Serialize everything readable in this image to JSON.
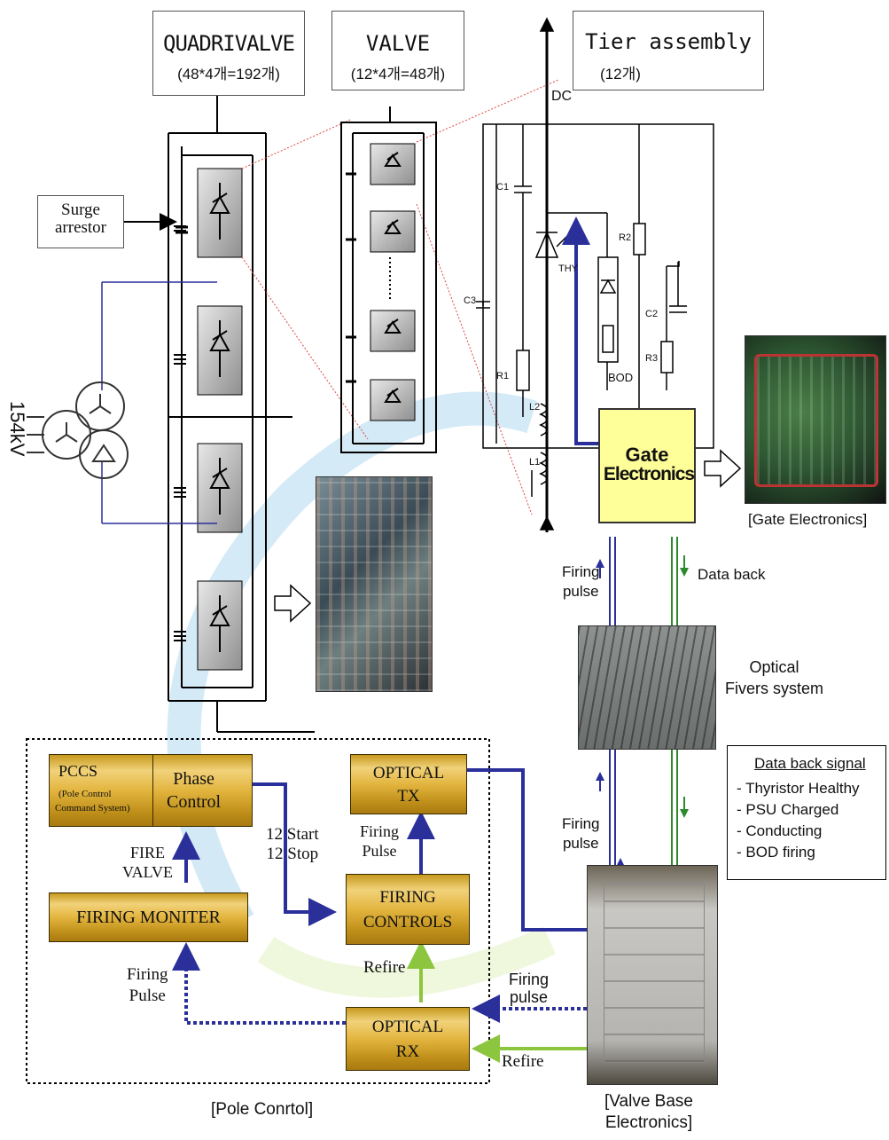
{
  "header_boxes": {
    "quadrivalve": {
      "title": "QUADRIVALVE",
      "count": "(48*4개=192개)"
    },
    "valve": {
      "title": "VALVE",
      "count": "(12*4개=48개)"
    },
    "tier": {
      "title": "Tier assembly",
      "count": "(12개)"
    }
  },
  "left_labels": {
    "surge": "Surge\narrestor",
    "voltage": "154kV"
  },
  "circuit_labels": {
    "dc": "DC",
    "c1": "C1",
    "c2": "C2",
    "c3": "C3",
    "r1": "R1",
    "r2": "R2",
    "r3": "R3",
    "thy": "THY",
    "bod": "BOD",
    "l1": "L1",
    "l2": "L2"
  },
  "gate_box": {
    "line1": "Gate",
    "line2": "Electronics"
  },
  "photos": {
    "gate_caption": "[Gate Electronics]",
    "valve_base_caption": "[Valve Base\nElectronics]",
    "optical_caption": "Optical\nFivers system"
  },
  "signals": {
    "firing_pulse_upper": "Firing\npulse",
    "data_back": "Data back",
    "firing_pulse_mid": "Firing\npulse",
    "firing_pulse_low": "Firing\npulse",
    "refire_low": "Refire"
  },
  "data_back_box": {
    "title": "Data back signal",
    "items": [
      "- Thyristor Healthy",
      "- PSU Charged",
      "- Conducting",
      "- BOD firing"
    ]
  },
  "pole_control": {
    "caption": "[Pole Conrtol]",
    "pccs_title": "PCCS",
    "pccs_sub1": "(Pole Control",
    "pccs_sub2": "Command System)",
    "phase": "Phase\nControl",
    "fire_valve": "FIRE\nVALVE",
    "firing_moniter": "FIRING MONITER",
    "start_stop": "12 Start\n12 Stop",
    "optical_tx": "OPTICAL\nTX",
    "firing_pulse_label": "Firing\nPulse",
    "firing_controls": "FIRING\nCONTROLS",
    "refire": "Refire",
    "optical_rx": "OPTICAL\nRX",
    "firing_pulse_left": "Firing\nPulse"
  },
  "colors": {
    "arrow_blue": "#2b2f9a",
    "arrow_green": "#8cc63f",
    "gate_fill": "#ffff99",
    "gold": "#e3b53f"
  }
}
